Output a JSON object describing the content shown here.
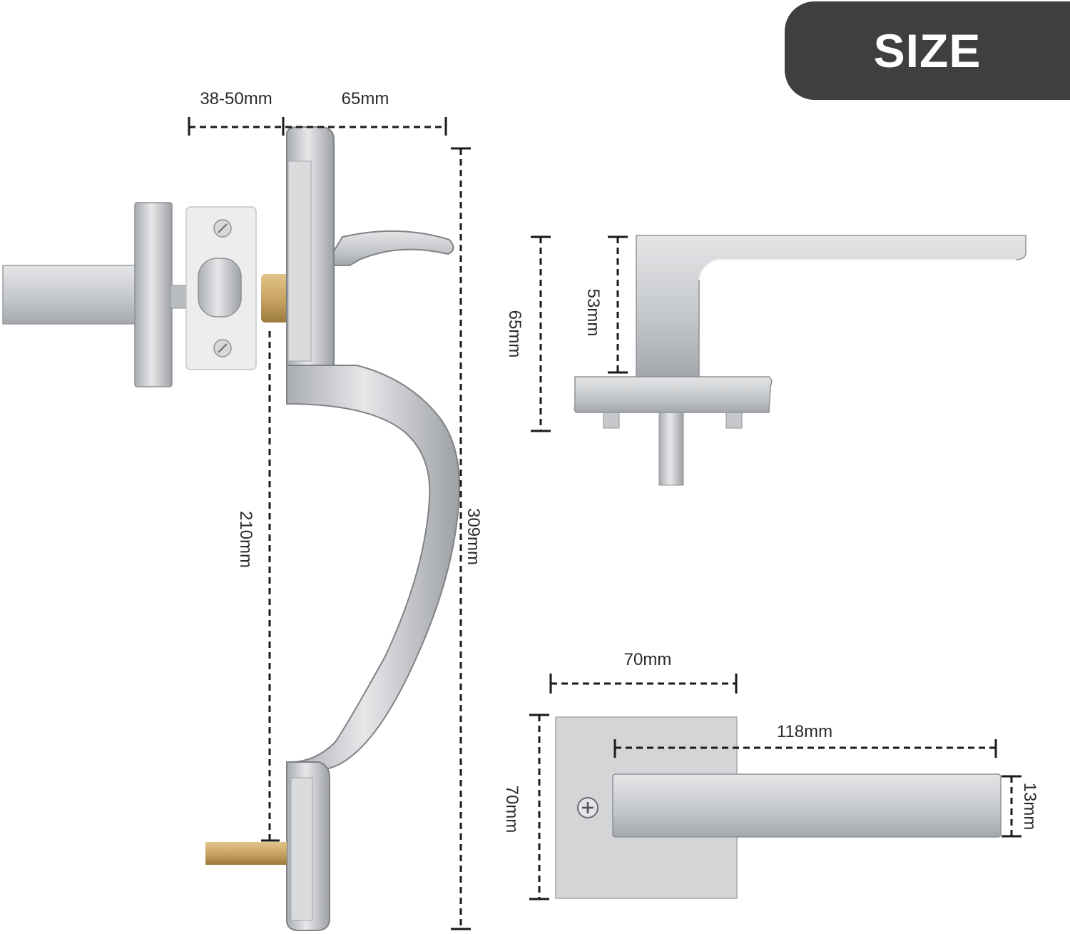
{
  "badge": {
    "text": "SIZE"
  },
  "dimensions": {
    "backset": "38-50mm",
    "projection": "65mm",
    "total_height": "309mm",
    "spindle_center": "210mm",
    "lever_height": "65mm",
    "lever_neck": "53mm",
    "rose_width": "70mm",
    "rose_height": "70mm",
    "lever_length": "118mm",
    "lever_thickness": "13mm"
  },
  "colors": {
    "badge_bg": "#3f3f3f",
    "metal": "#c8cacc",
    "brass": "#c9a565"
  }
}
